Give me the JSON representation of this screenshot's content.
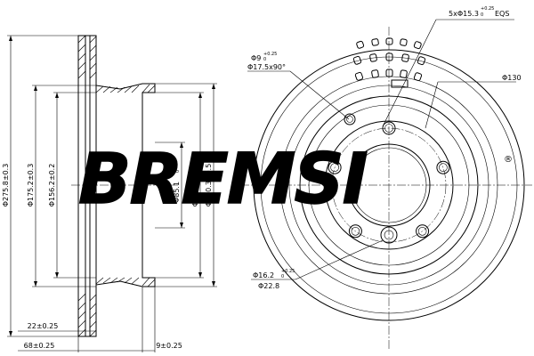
{
  "watermark": {
    "brand": "BREMSI",
    "registered": "®"
  },
  "side_view": {
    "dim_outer_diameter": "Φ275.8±0.3",
    "dim_inner_175_2": "Φ175.2±0.3",
    "dim_hub_156_2": "Φ156.2±0.2",
    "dim_center_bore_base": "Φ85.1",
    "dim_center_bore_tol": "+0.11",
    "dim_center_bore_tol_low": "0",
    "dim_hub_175_4": "Φ175.4±0.5",
    "dim_hub_180_3": "Φ180.3±0.5",
    "dim_thickness_22": "22±0.25",
    "dim_height_68": "68±0.25",
    "dim_flange_9": "9±0.25"
  },
  "front_view": {
    "bolt_holes_label": "5xΦ15.3",
    "bolt_holes_tol": "+0.25",
    "bolt_holes_tol_low": "0",
    "bolt_holes_suffix": "EQS",
    "pin_hole_base": "Φ9",
    "pin_hole_tol": "+0.25",
    "pin_hole_tol_low": "0",
    "countersink": "Φ17.5x90°",
    "pcd": "Φ130",
    "small_hole_base": "Φ16.2",
    "small_hole_tol": "+0.25",
    "small_hole_tol_low": "0",
    "small_hole_outer": "Φ22.8"
  }
}
